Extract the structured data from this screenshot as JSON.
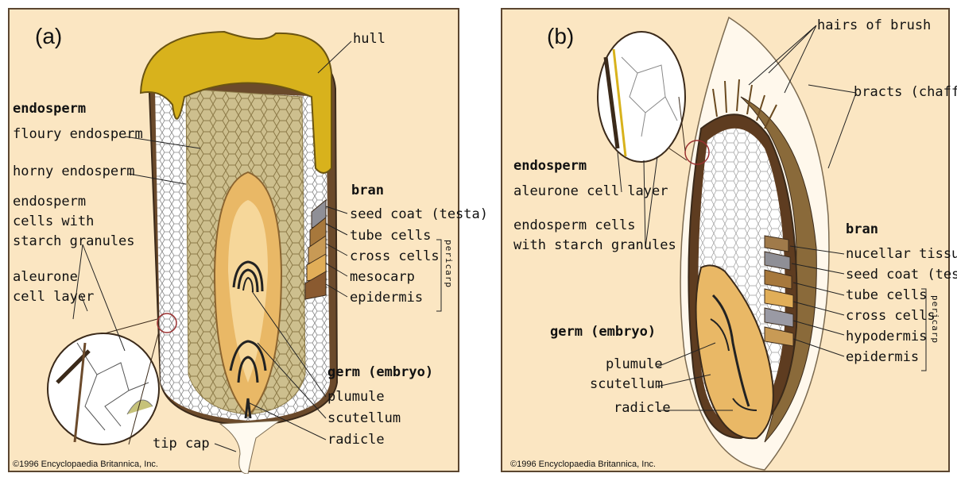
{
  "panel_a": {
    "letter": "(a)",
    "labels": {
      "hull": "hull",
      "endosperm": "endosperm",
      "floury": "floury endosperm",
      "horny": "horny endosperm",
      "endo_cells_1": "endosperm",
      "endo_cells_2": "cells with",
      "endo_cells_3": "starch granules",
      "aleurone_1": "aleurone",
      "aleurone_2": "cell layer",
      "bran": "bran",
      "seed_coat": "seed coat (testa)",
      "tube_cells": "tube cells",
      "cross_cells": "cross cells",
      "mesocarp": "mesocarp",
      "epidermis": "epidermis",
      "pericarp": "pericarp",
      "germ": "germ (embryo)",
      "plumule": "plumule",
      "scutellum": "scutellum",
      "radicle": "radicle",
      "tip_cap": "tip cap"
    },
    "copyright": "©1996 Encyclopaedia Britannica, Inc."
  },
  "panel_b": {
    "letter": "(b)",
    "labels": {
      "hairs": "hairs of brush",
      "bracts": "bracts (chaff)",
      "endosperm": "endosperm",
      "aleurone": "aleurone cell layer",
      "endo_cells_1": "endosperm cells",
      "endo_cells_2": "with starch granules",
      "bran": "bran",
      "nucellar": "nucellar tissue",
      "seed_coat": "seed coat (testa)",
      "tube_cells": "tube cells",
      "cross_cells": "cross cells",
      "hypodermis": "hypodermis",
      "epidermis": "epidermis",
      "pericarp": "pericarp",
      "germ": "germ (embryo)",
      "plumule": "plumule",
      "scutellum": "scutellum",
      "radicle": "radicle"
    },
    "copyright": "©1996 Encyclopaedia Britannica, Inc."
  },
  "colors": {
    "background": "#fbe6c2",
    "hull": "#d8b21c",
    "endosperm": "#cdbf8e",
    "germ": "#e9b866",
    "outline": "#3b2a1a"
  }
}
